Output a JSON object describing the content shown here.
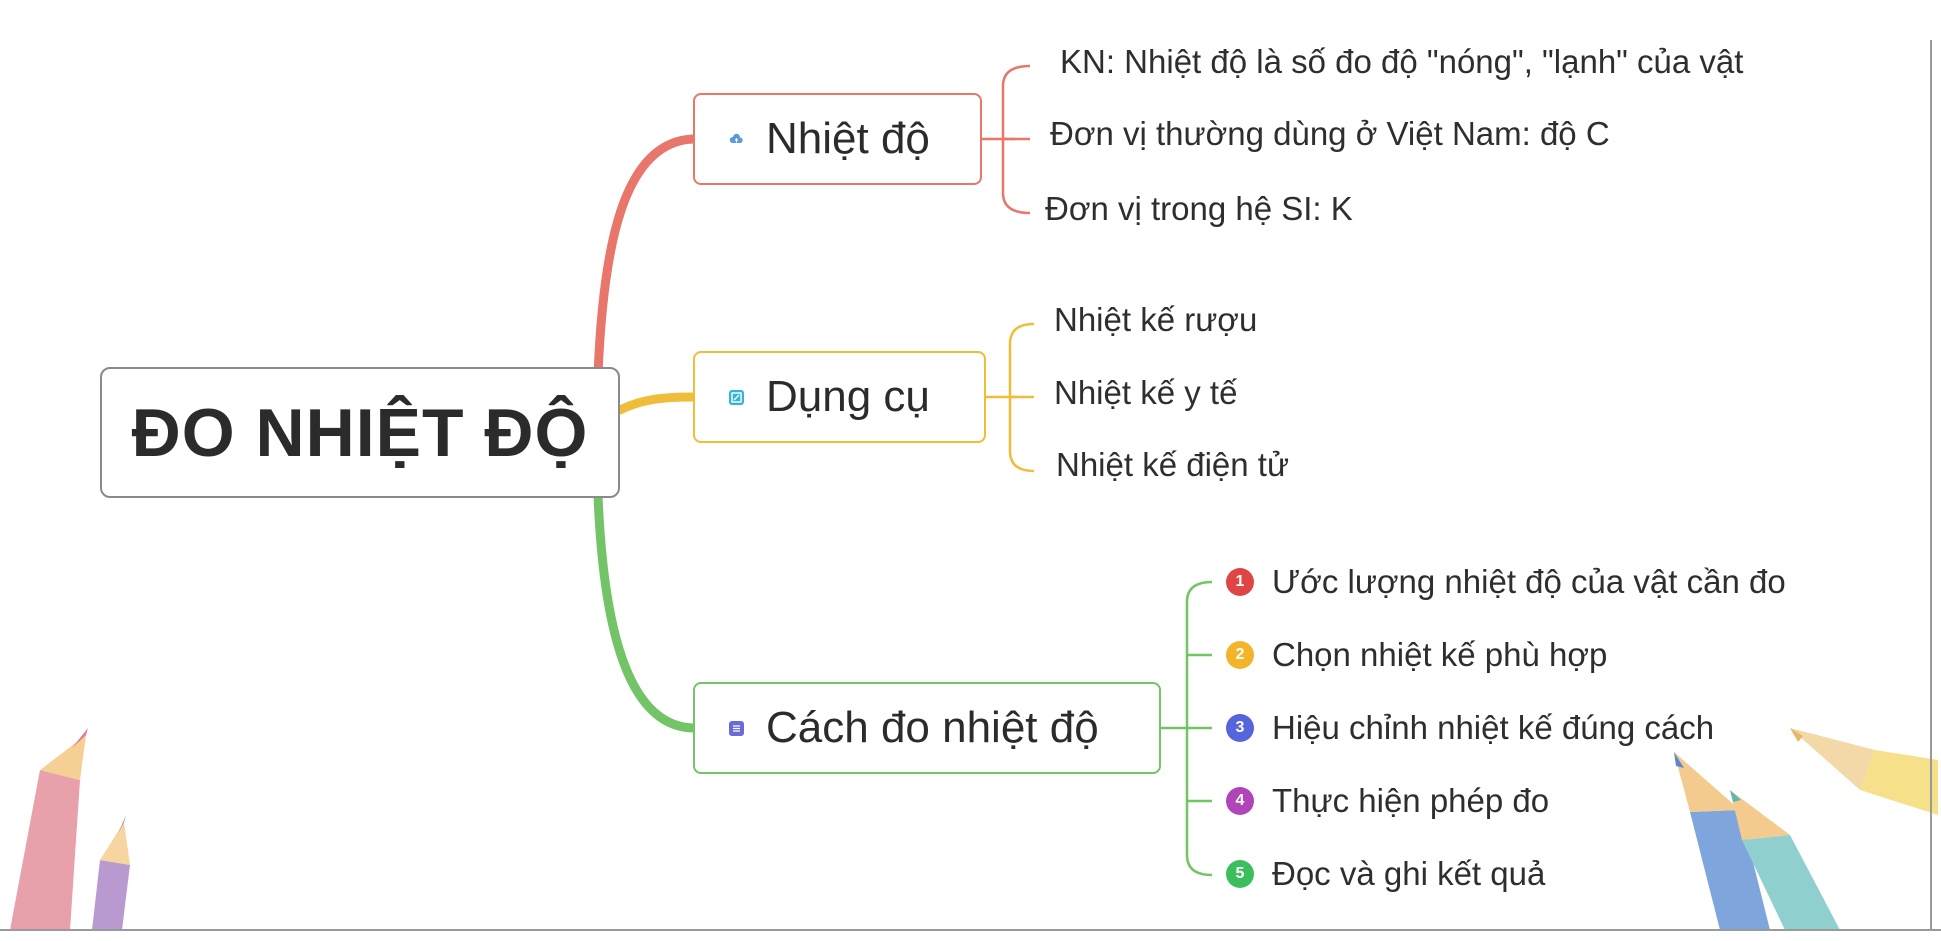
{
  "root": {
    "title": "ĐO NHIỆT ĐỘ"
  },
  "colors": {
    "branch1": "#e8766b",
    "branch2": "#efbd3a",
    "branch3": "#72c466",
    "step_colors": [
      "#e04545",
      "#f2b52a",
      "#5566dd",
      "#b044b8",
      "#3bbf5c"
    ]
  },
  "branches": [
    {
      "label": "Nhiệt độ",
      "icon": "cloud-upload-icon",
      "leaves": [
        "KN: Nhiệt độ là số đo độ \"nóng\", \"lạnh\" của vật",
        "Đơn vị thường dùng ở Việt Nam: độ C",
        "Đơn vị trong hệ SI: K"
      ]
    },
    {
      "label": "Dụng cụ",
      "icon": "edit-square-icon",
      "leaves": [
        "Nhiệt kế rượu",
        "Nhiệt kế y tế",
        "Nhiệt kế điện tử"
      ]
    },
    {
      "label": "Cách đo nhiệt độ",
      "icon": "list-icon",
      "steps": [
        {
          "num": "1",
          "text": "Ước lượng nhiệt độ của vật cần đo"
        },
        {
          "num": "2",
          "text": "Chọn nhiệt kế phù hợp"
        },
        {
          "num": "3",
          "text": "Hiệu chỉnh nhiệt kế đúng cách"
        },
        {
          "num": "4",
          "text": "Thực hiện phép đo"
        },
        {
          "num": "5",
          "text": "Đọc và ghi kết quả"
        }
      ]
    }
  ],
  "decorations": [
    "pencil-icon",
    "pencil-icon",
    "pencil-icon",
    "pencil-icon",
    "pencil-icon"
  ]
}
